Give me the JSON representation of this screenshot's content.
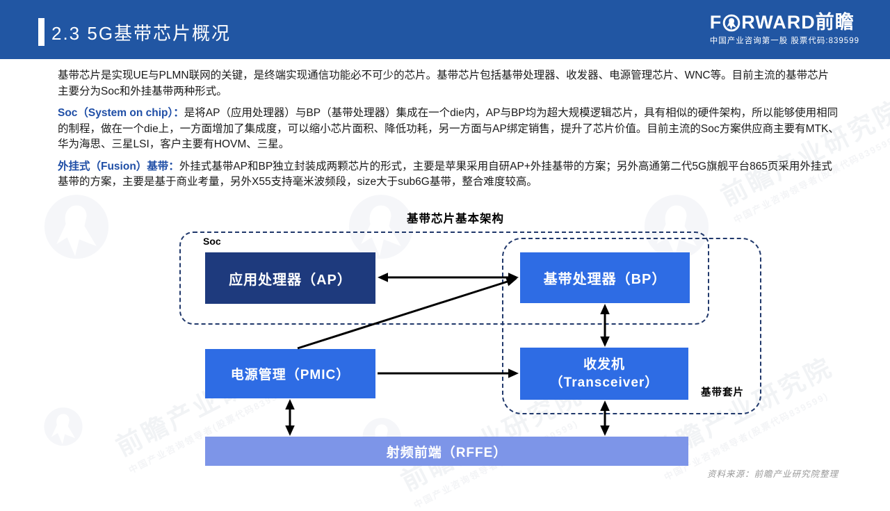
{
  "header": {
    "title": "2.3 5G基带芯片概况",
    "logo": {
      "f": "F",
      "rest": "RWARD",
      "cn": "前瞻",
      "sub": "中国产业咨询第一股  股票代码:839599"
    }
  },
  "paragraphs": [
    {
      "lead": "",
      "text": "基带芯片是实现UE与PLMN联网的关键，是终端实现通信功能必不可少的芯片。基带芯片包括基带处理器、收发器、电源管理芯片、WNC等。目前主流的基带芯片主要分为Soc和外挂基带两种形式。"
    },
    {
      "lead": "Soc（System on chip）：",
      "text": "是将AP（应用处理器）与BP（基带处理器）集成在一个die内，AP与BP均为超大规模逻辑芯片，具有相似的硬件架构，所以能够使用相同的制程，做在一个die上，一方面增加了集成度，可以缩小芯片面积、降低功耗，另一方面与AP绑定销售，提升了芯片价值。目前主流的Soc方案供应商主要有MTK、华为海思、三星LSI，客户主要有HOVM、三星。"
    },
    {
      "lead": "外挂式（Fusion）基带：",
      "text": "外挂式基带AP和BP独立封装成两颗芯片的形式，主要是苹果采用自研AP+外挂基带的方案；另外高通第二代5G旗舰平台865页采用外挂式基带的方案，主要是基于商业考量，另外X55支持毫米波频段，size大于sub6G基带，整合难度较高。"
    }
  ],
  "diagram": {
    "title": "基带芯片基本架构",
    "soc_label": "Soc",
    "chipset_label": "基带套片",
    "boxes": {
      "ap": "应用处理器（AP）",
      "bp": "基带处理器（BP）",
      "pmic": "电源管理（PMIC）",
      "trx1": "收发机",
      "trx2": "（Transceiver）",
      "rffe": "射频前端（RFFE）"
    }
  },
  "watermark": {
    "big": "前瞻产业研究院",
    "small": "中国产业咨询领导者(股票代码839599)"
  },
  "footer": {
    "source": "资料来源：前瞻产业研究院整理"
  },
  "colors": {
    "header_blue": "#2156a3",
    "box_navy": "#1e3a7d",
    "box_blue": "#2e6ce4",
    "box_light_blue": "#7d95e8",
    "dash_navy": "#20386b",
    "lead_blue": "#1f4ea6",
    "arrow_black": "#000000"
  }
}
